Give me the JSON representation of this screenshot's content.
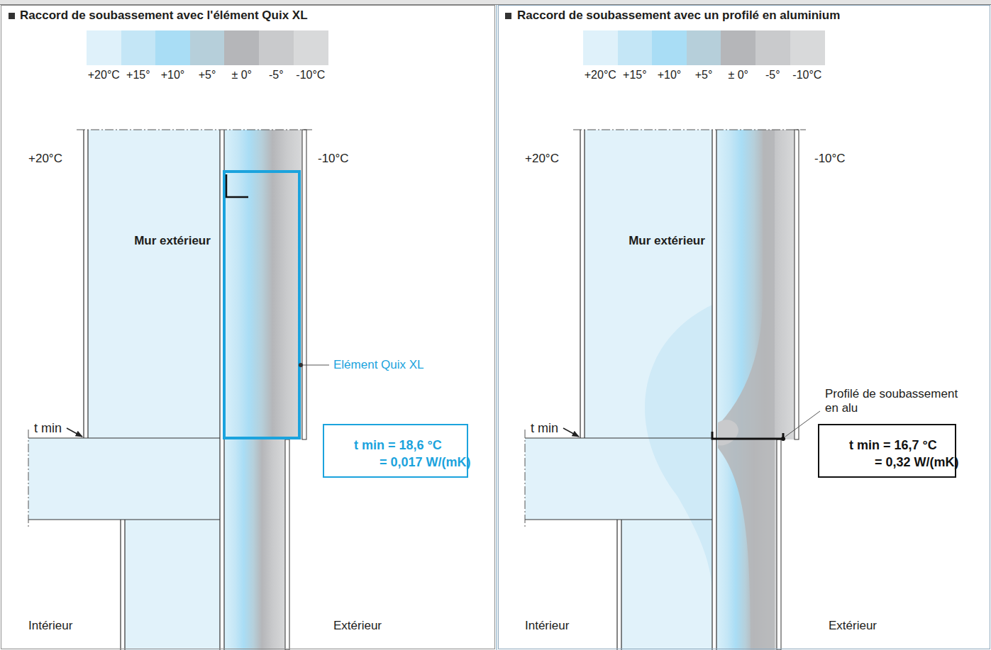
{
  "diagram": {
    "nodes": [
      {
        "text": [
          "Raccord de soubassement avec l'élément Quix XL"
        ]
      },
      {
        "text": [
          "Mur extérieur"
        ],
        "in": 0
      },
      {
        "text": [
          "t min = 18,6 °C",
          "= 0,017 W/(mK)"
        ],
        "in": 0
      },
      {
        "text": [
          "Raccord de soubassement avec un profilé en aluminium"
        ]
      },
      {
        "text": [
          "Mur extérieur"
        ],
        "in": 3
      },
      {
        "text": [
          "t min = 16,7 °C",
          "= 0,32 W/(mK)"
        ],
        "in": 3
      }
    ],
    "labels": [
      "+20°C",
      "-10°C",
      "Elément Quix XL",
      "t min",
      "Intérieur",
      "Extérieur",
      "+20°C",
      "-10°C",
      "Profilé de soubassement en alu",
      "t min",
      "Intérieur",
      "Extérieur"
    ],
    "legend": [
      {
        "text": "+20°C",
        "color": "#dff1fa"
      },
      {
        "text": "+15°",
        "color": "#c4e6f6"
      },
      {
        "text": "+10°",
        "color": "#a9ddf5"
      },
      {
        "text": "+5°",
        "color": "#b6cfda"
      },
      {
        "text": "± 0°",
        "color": "#b5b6b9"
      },
      {
        "text": "-5°",
        "color": "#c9cacc"
      },
      {
        "text": "-10°C",
        "color": "#d8d9da"
      },
      {
        "text": "+20°C",
        "color": "#dff1fa"
      },
      {
        "text": "+15°",
        "color": "#c4e6f6"
      },
      {
        "text": "+10°",
        "color": "#a9ddf5"
      },
      {
        "text": "+5°",
        "color": "#b6cfda"
      },
      {
        "text": "± 0°",
        "color": "#b5b6b9"
      },
      {
        "text": "-5°",
        "color": "#c9cacc"
      },
      {
        "text": "-10°C",
        "color": "#d8d9da"
      }
    ]
  }
}
